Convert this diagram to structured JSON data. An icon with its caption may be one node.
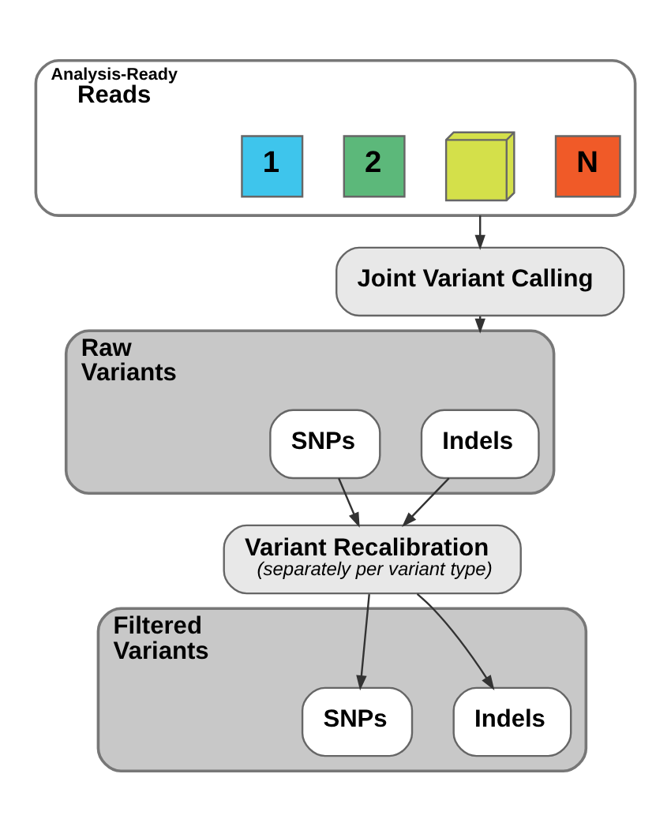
{
  "diagram": {
    "nodes": [
      {
        "text": [
          "Analysis-Ready",
          "Reads"
        ]
      },
      {
        "text": [
          "1"
        ],
        "in": 0
      },
      {
        "text": [
          "2"
        ],
        "in": 0
      },
      {
        "text": [],
        "shape": "box",
        "in": 0
      },
      {
        "text": [
          "N"
        ],
        "in": 0
      },
      {
        "text": [
          "Joint Variant Calling"
        ]
      },
      {
        "text": [
          "Raw Variants"
        ]
      },
      {
        "text": [
          "SNPs"
        ],
        "in": 6
      },
      {
        "text": [
          "Indels"
        ],
        "in": 6
      },
      {
        "text": [
          "Variant Recalibration",
          "(separately per variant type)"
        ]
      },
      {
        "text": [
          "Filtered Variants"
        ]
      },
      {
        "text": [
          "SNPs"
        ],
        "in": 10
      },
      {
        "text": [
          "Indels"
        ],
        "in": 10
      }
    ],
    "edges": [
      {
        "from": 0,
        "to": 5,
        "arrow": "to"
      },
      {
        "from": 5,
        "to": 6,
        "arrow": "to"
      },
      {
        "from": 7,
        "to": 9,
        "arrow": "to"
      },
      {
        "from": 8,
        "to": 9,
        "arrow": "to"
      },
      {
        "from": 9,
        "to": 11,
        "arrow": "to"
      },
      {
        "from": 9,
        "to": 12,
        "arrow": "to"
      }
    ]
  }
}
